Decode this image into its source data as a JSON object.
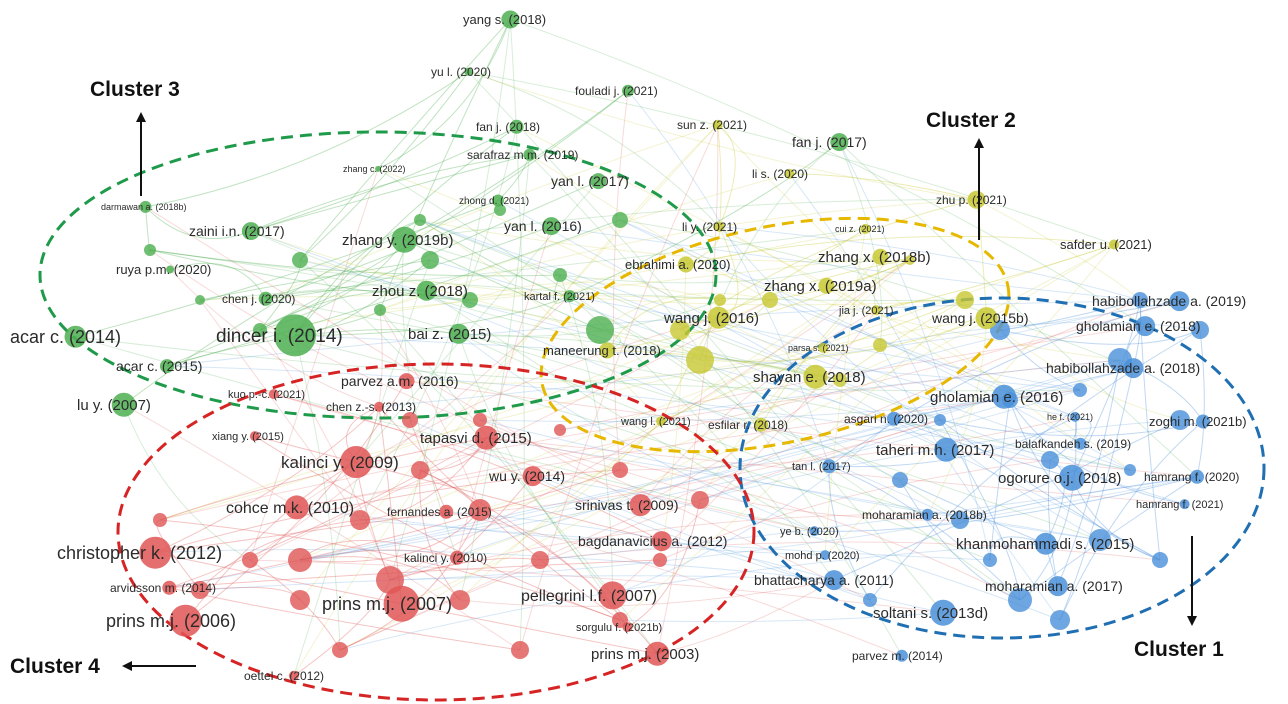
{
  "clusters": [
    {
      "id": 1,
      "label": "Cluster 1",
      "color": "#4a90d9"
    },
    {
      "id": 2,
      "label": "Cluster 2",
      "color": "#c8c832"
    },
    {
      "id": 3,
      "label": "Cluster 3",
      "color": "#4caf50"
    },
    {
      "id": 4,
      "label": "Cluster 4",
      "color": "#e05555"
    }
  ],
  "nodes": [
    {
      "label": "yang s. (2018)",
      "cluster": 3
    },
    {
      "label": "yu l. (2020)",
      "cluster": 3
    },
    {
      "label": "fouladi j. (2021)",
      "cluster": 3
    },
    {
      "label": "fan j. (2018)",
      "cluster": 3
    },
    {
      "label": "sun z. (2021)",
      "cluster": 2
    },
    {
      "label": "fan j. (2017)",
      "cluster": 3
    },
    {
      "label": "sarafraz m.m. (2019)",
      "cluster": 3
    },
    {
      "label": "zhang c. (2022)",
      "cluster": 3
    },
    {
      "label": "yan l. (2017)",
      "cluster": 3
    },
    {
      "label": "li s. (2020)",
      "cluster": 2
    },
    {
      "label": "zhu p. (2021)",
      "cluster": 2
    },
    {
      "label": "darmawan a. (2018b)",
      "cluster": 3
    },
    {
      "label": "zhong d. (2021)",
      "cluster": 3
    },
    {
      "label": "zaini i.n. (2017)",
      "cluster": 3
    },
    {
      "label": "yan l. (2016)",
      "cluster": 3
    },
    {
      "label": "li y. (2021)",
      "cluster": 2
    },
    {
      "label": "cui z. (2021)",
      "cluster": 2
    },
    {
      "label": "zhang y. (2019b)",
      "cluster": 3
    },
    {
      "label": "safder u. (2021)",
      "cluster": 2
    },
    {
      "label": "zhang x. (2018b)",
      "cluster": 2
    },
    {
      "label": "ruya p.m. (2020)",
      "cluster": 3
    },
    {
      "label": "ebrahimi a. (2020)",
      "cluster": 2
    },
    {
      "label": "zhang x. (2019a)",
      "cluster": 2
    },
    {
      "label": "chen j. (2020)",
      "cluster": 3
    },
    {
      "label": "zhou z. (2018)",
      "cluster": 3
    },
    {
      "label": "kartal f. (2021)",
      "cluster": 3
    },
    {
      "label": "jia j. (2021)",
      "cluster": 2
    },
    {
      "label": "habibollahzade a. (2019)",
      "cluster": 1
    },
    {
      "label": "wang j. (2016)",
      "cluster": 2
    },
    {
      "label": "wang j. (2015b)",
      "cluster": 2
    },
    {
      "label": "gholamian e. (2018)",
      "cluster": 1
    },
    {
      "label": "acar c. (2014)",
      "cluster": 3
    },
    {
      "label": "dincer i. (2014)",
      "cluster": 3
    },
    {
      "label": "bai z. (2015)",
      "cluster": 3
    },
    {
      "label": "maneerung t. (2018)",
      "cluster": 2
    },
    {
      "label": "parsa s. (2021)",
      "cluster": 2
    },
    {
      "label": "habibollahzade a. (2018)",
      "cluster": 1
    },
    {
      "label": "acar c. (2015)",
      "cluster": 3
    },
    {
      "label": "shayan e. (2018)",
      "cluster": 2
    },
    {
      "label": "parvez a.m. (2016)",
      "cluster": 4
    },
    {
      "label": "lu y. (2007)",
      "cluster": 3
    },
    {
      "label": "kuo p.-c. (2021)",
      "cluster": 4
    },
    {
      "label": "gholamian e. (2016)",
      "cluster": 1
    },
    {
      "label": "chen z.-s. (2013)",
      "cluster": 4
    },
    {
      "label": "asgari n. (2020)",
      "cluster": 1
    },
    {
      "label": "he f. (2021)",
      "cluster": 1
    },
    {
      "label": "zoghi m. (2021b)",
      "cluster": 1
    },
    {
      "label": "wang l. (2021)",
      "cluster": 2
    },
    {
      "label": "esfilar r. (2018)",
      "cluster": 2
    },
    {
      "label": "xiang y. (2015)",
      "cluster": 4
    },
    {
      "label": "tapasvi d. (2015)",
      "cluster": 4
    },
    {
      "label": "taheri m.h. (2017)",
      "cluster": 1
    },
    {
      "label": "balafkandeh s. (2019)",
      "cluster": 1
    },
    {
      "label": "kalinci y. (2009)",
      "cluster": 4
    },
    {
      "label": "tan l. (2017)",
      "cluster": 1
    },
    {
      "label": "hamrang f. (2020)",
      "cluster": 1
    },
    {
      "label": "wu y. (2014)",
      "cluster": 4
    },
    {
      "label": "ogorure o.j. (2018)",
      "cluster": 1
    },
    {
      "label": "srinivas t. (2009)",
      "cluster": 4
    },
    {
      "label": "hamrang f. (2021)",
      "cluster": 1
    },
    {
      "label": "cohce m.k. (2010)",
      "cluster": 4
    },
    {
      "label": "fernandes a. (2015)",
      "cluster": 4
    },
    {
      "label": "moharamian a. (2018b)",
      "cluster": 1
    },
    {
      "label": "ye b. (2020)",
      "cluster": 1
    },
    {
      "label": "christopher k. (2012)",
      "cluster": 4
    },
    {
      "label": "bagdanavicius a. (2012)",
      "cluster": 4
    },
    {
      "label": "mohd p. (2020)",
      "cluster": 1
    },
    {
      "label": "khanmohammadi s. (2015)",
      "cluster": 1
    },
    {
      "label": "kalinci y. (2010)",
      "cluster": 4
    },
    {
      "label": "bhattacharya a. (2011)",
      "cluster": 1
    },
    {
      "label": "arvidsson m. (2014)",
      "cluster": 4
    },
    {
      "label": "moharamian a. (2017)",
      "cluster": 1
    },
    {
      "label": "prins m.j. (2007)",
      "cluster": 4
    },
    {
      "label": "pellegrini l.f. (2007)",
      "cluster": 4
    },
    {
      "label": "soltani s. (2013d)",
      "cluster": 1
    },
    {
      "label": "prins m.j. (2006)",
      "cluster": 4
    },
    {
      "label": "sorgulu f. (2021b)",
      "cluster": 4
    },
    {
      "label": "prins m.j. (2003)",
      "cluster": 4
    },
    {
      "label": "parvez m. (2014)",
      "cluster": 1
    },
    {
      "label": "oettel c. (2012)",
      "cluster": 4
    }
  ]
}
